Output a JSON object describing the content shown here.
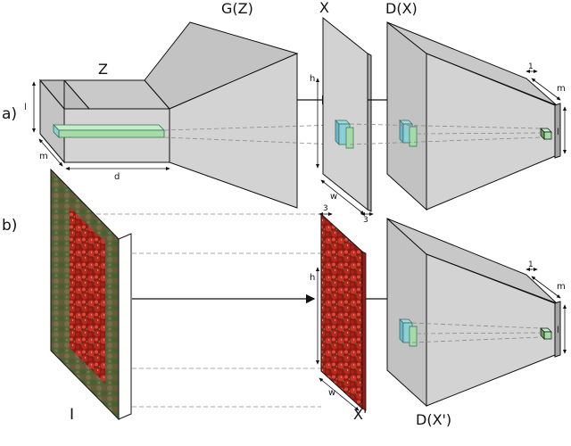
{
  "title": "",
  "labels": {
    "row_a": "a)",
    "row_b": "b)",
    "noise": "Z",
    "generator": "G(Z)",
    "generated": "X",
    "disc_generated": "D(X)",
    "real_texture": "I",
    "real_patch": "X'",
    "disc_real": "D(X')"
  },
  "dims": {
    "l": "l",
    "m": "m",
    "d": "d",
    "h": "h",
    "w": "w",
    "three": "3",
    "one": "1"
  },
  "colors": {
    "block": "#d3d3d3",
    "block_side": "#bcbcbc",
    "block_dark": "#a8a8a8",
    "slice_green": "#a6dba8",
    "slice_teal": "#8ecfd6",
    "slice_blue": "#6fb1cf",
    "texture_red": "#9b1c14",
    "texture_leaf": "#4e6b2b"
  },
  "icons": {
    "arrow": "right-arrow-icon",
    "texture": "strawberry-texture-icon"
  }
}
